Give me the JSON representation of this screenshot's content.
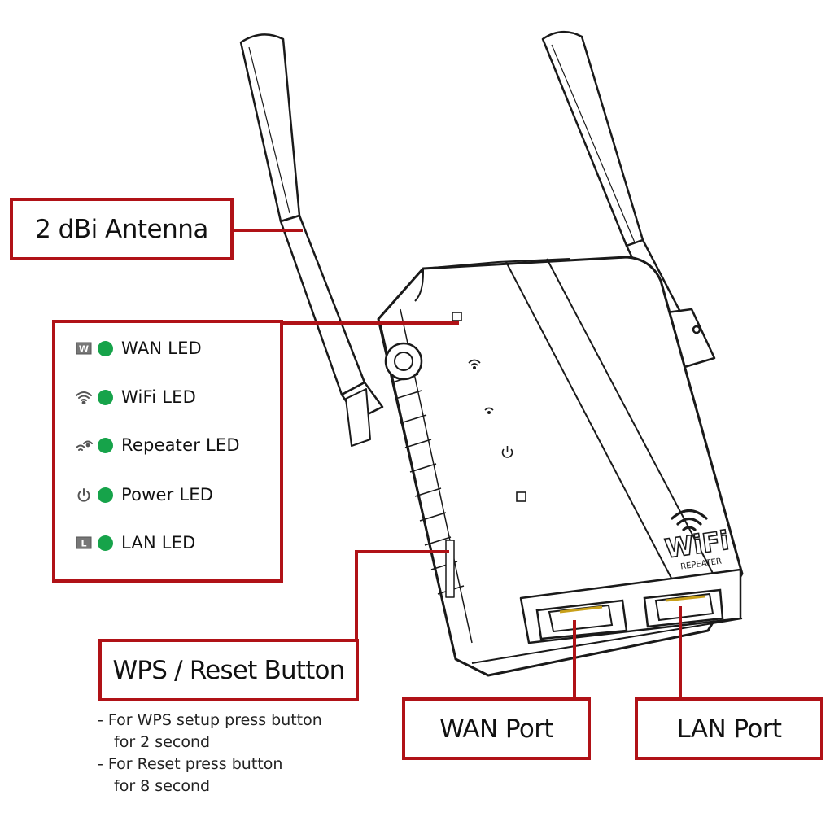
{
  "callouts": {
    "antenna": "2 dBi Antenna",
    "wps_reset": "WPS / Reset Button",
    "wan_port": "WAN Port",
    "lan_port": "LAN Port"
  },
  "leds": [
    {
      "icon": "wan-icon",
      "label": "WAN LED"
    },
    {
      "icon": "wifi-icon",
      "label": "WiFi LED"
    },
    {
      "icon": "repeater-icon",
      "label": "Repeater LED"
    },
    {
      "icon": "power-icon",
      "label": "Power LED"
    },
    {
      "icon": "lan-icon",
      "label": "LAN LED"
    }
  ],
  "wps_notes": [
    "- For WPS setup press button",
    "for 2 second",
    "- For Reset  press button",
    "for 8 second"
  ],
  "device": {
    "logo_text": "WiFi",
    "logo_subtext": "REPEATER",
    "wan_icon_letter": "W",
    "lan_icon_letter": "L"
  },
  "colors": {
    "callout_border": "#b01217",
    "led_green": "#16a34a",
    "outline": "#1a1a1a"
  }
}
